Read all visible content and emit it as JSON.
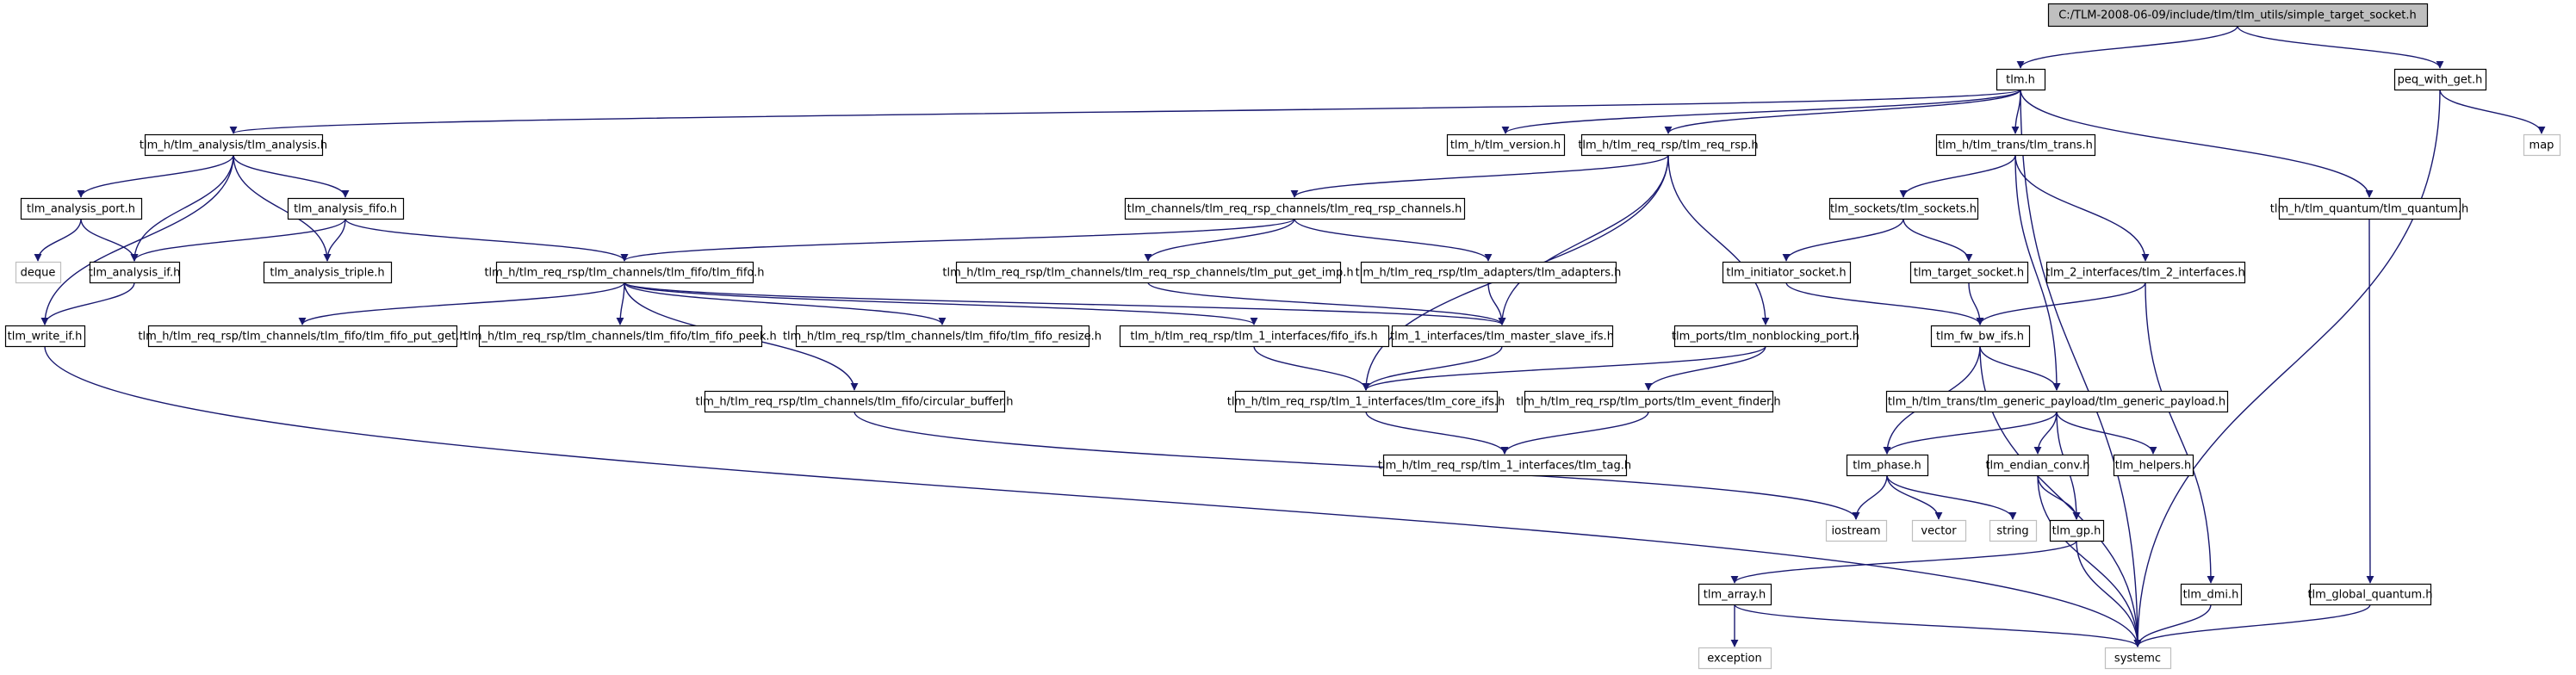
{
  "diagram": {
    "kind": "include-dependency-graph",
    "colors": {
      "edge": "#191970",
      "root_fill": "#bfbfbf",
      "node_fill": "#ffffff",
      "node_stroke": "#000000",
      "external_stroke": "#bfbfbf",
      "external_text": "#404040"
    },
    "nodes": [
      {
        "id": "root",
        "label": "C:/TLM-2008-06-09/include/tlm/tlm_utils/simple_target_socket.h",
        "style": "root"
      },
      {
        "id": "tlm_h",
        "label": "tlm.h",
        "style": "normal"
      },
      {
        "id": "peq",
        "label": "peq_with_get.h",
        "style": "normal"
      },
      {
        "id": "map",
        "label": "map",
        "style": "external"
      },
      {
        "id": "analysis",
        "label": "tlm_h/tlm_analysis/tlm_analysis.h",
        "style": "normal"
      },
      {
        "id": "version",
        "label": "tlm_h/tlm_version.h",
        "style": "normal"
      },
      {
        "id": "reqrsp",
        "label": "tlm_h/tlm_req_rsp/tlm_req_rsp.h",
        "style": "normal"
      },
      {
        "id": "trans",
        "label": "tlm_h/tlm_trans/tlm_trans.h",
        "style": "normal"
      },
      {
        "id": "quantum",
        "label": "tlm_h/tlm_quantum/tlm_quantum.h",
        "style": "normal"
      },
      {
        "id": "an_port",
        "label": "tlm_analysis_port.h",
        "style": "normal"
      },
      {
        "id": "an_fifo",
        "label": "tlm_analysis_fifo.h",
        "style": "normal"
      },
      {
        "id": "channels",
        "label": "tlm_channels/tlm_req_rsp_channels/tlm_req_rsp_channels.h",
        "style": "normal"
      },
      {
        "id": "sockets",
        "label": "tlm_sockets/tlm_sockets.h",
        "style": "normal"
      },
      {
        "id": "deque",
        "label": "deque",
        "style": "external"
      },
      {
        "id": "an_if",
        "label": "tlm_analysis_if.h",
        "style": "normal"
      },
      {
        "id": "an_triple",
        "label": "tlm_analysis_triple.h",
        "style": "normal"
      },
      {
        "id": "fifo",
        "label": "tlm_h/tlm_req_rsp/tlm_channels/tlm_fifo/tlm_fifo.h",
        "style": "normal"
      },
      {
        "id": "putget_imp",
        "label": "tlm_h/tlm_req_rsp/tlm_channels/tlm_req_rsp_channels/tlm_put_get_imp.h",
        "style": "normal"
      },
      {
        "id": "adapters",
        "label": "tlm_h/tlm_req_rsp/tlm_adapters/tlm_adapters.h",
        "style": "normal"
      },
      {
        "id": "init_sock",
        "label": "tlm_initiator_socket.h",
        "style": "normal"
      },
      {
        "id": "tgt_sock",
        "label": "tlm_target_socket.h",
        "style": "normal"
      },
      {
        "id": "if2",
        "label": "tlm_2_interfaces/tlm_2_interfaces.h",
        "style": "normal"
      },
      {
        "id": "write_if",
        "label": "tlm_write_if.h",
        "style": "normal"
      },
      {
        "id": "fifo_putget",
        "label": "tlm_h/tlm_req_rsp/tlm_channels/tlm_fifo/tlm_fifo_put_get.h",
        "style": "normal"
      },
      {
        "id": "fifo_peek",
        "label": "tlm_h/tlm_req_rsp/tlm_channels/tlm_fifo/tlm_fifo_peek.h",
        "style": "normal"
      },
      {
        "id": "fifo_resize",
        "label": "tlm_h/tlm_req_rsp/tlm_channels/tlm_fifo/tlm_fifo_resize.h",
        "style": "normal"
      },
      {
        "id": "fifo_ifs",
        "label": "tlm_h/tlm_req_rsp/tlm_1_interfaces/fifo_ifs.h",
        "style": "normal"
      },
      {
        "id": "master_slave",
        "label": "tlm_1_interfaces/tlm_master_slave_ifs.h",
        "style": "normal"
      },
      {
        "id": "nb_port",
        "label": "tlm_ports/tlm_nonblocking_port.h",
        "style": "normal"
      },
      {
        "id": "fw_bw",
        "label": "tlm_fw_bw_ifs.h",
        "style": "normal"
      },
      {
        "id": "circ_buf",
        "label": "tlm_h/tlm_req_rsp/tlm_channels/tlm_fifo/circular_buffer.h",
        "style": "normal"
      },
      {
        "id": "core_ifs",
        "label": "tlm_h/tlm_req_rsp/tlm_1_interfaces/tlm_core_ifs.h",
        "style": "normal"
      },
      {
        "id": "event_finder",
        "label": "tlm_h/tlm_req_rsp/tlm_ports/tlm_event_finder.h",
        "style": "normal"
      },
      {
        "id": "gp",
        "label": "tlm_h/tlm_trans/tlm_generic_payload/tlm_generic_payload.h",
        "style": "normal"
      },
      {
        "id": "phase",
        "label": "tlm_phase.h",
        "style": "normal"
      },
      {
        "id": "endian",
        "label": "tlm_endian_conv.h",
        "style": "normal"
      },
      {
        "id": "helpers",
        "label": "tlm_helpers.h",
        "style": "normal"
      },
      {
        "id": "tag",
        "label": "tlm_h/tlm_req_rsp/tlm_1_interfaces/tlm_tag.h",
        "style": "normal"
      },
      {
        "id": "iostream",
        "label": "iostream",
        "style": "external"
      },
      {
        "id": "vector",
        "label": "vector",
        "style": "external"
      },
      {
        "id": "string",
        "label": "string",
        "style": "external"
      },
      {
        "id": "tlm_gp",
        "label": "tlm_gp.h",
        "style": "normal"
      },
      {
        "id": "array",
        "label": "tlm_array.h",
        "style": "normal"
      },
      {
        "id": "dmi",
        "label": "tlm_dmi.h",
        "style": "normal"
      },
      {
        "id": "gquantum",
        "label": "tlm_global_quantum.h",
        "style": "normal"
      },
      {
        "id": "exception",
        "label": "exception",
        "style": "external"
      },
      {
        "id": "systemc",
        "label": "systemc",
        "style": "external"
      }
    ],
    "edges": [
      [
        "root",
        "tlm_h"
      ],
      [
        "root",
        "peq"
      ],
      [
        "peq",
        "map"
      ],
      [
        "peq",
        "systemc"
      ],
      [
        "tlm_h",
        "analysis"
      ],
      [
        "tlm_h",
        "version"
      ],
      [
        "tlm_h",
        "reqrsp"
      ],
      [
        "tlm_h",
        "trans"
      ],
      [
        "tlm_h",
        "quantum"
      ],
      [
        "tlm_h",
        "systemc"
      ],
      [
        "analysis",
        "an_port"
      ],
      [
        "analysis",
        "an_fifo"
      ],
      [
        "analysis",
        "an_if"
      ],
      [
        "analysis",
        "an_triple"
      ],
      [
        "analysis",
        "write_if"
      ],
      [
        "an_port",
        "deque"
      ],
      [
        "an_port",
        "an_if"
      ],
      [
        "an_fifo",
        "an_if"
      ],
      [
        "an_fifo",
        "an_triple"
      ],
      [
        "an_fifo",
        "fifo"
      ],
      [
        "an_if",
        "write_if"
      ],
      [
        "write_if",
        "systemc"
      ],
      [
        "reqrsp",
        "channels"
      ],
      [
        "reqrsp",
        "nb_port"
      ],
      [
        "reqrsp",
        "core_ifs"
      ],
      [
        "reqrsp",
        "master_slave"
      ],
      [
        "channels",
        "fifo"
      ],
      [
        "channels",
        "putget_imp"
      ],
      [
        "channels",
        "adapters"
      ],
      [
        "fifo",
        "fifo_putget"
      ],
      [
        "fifo",
        "fifo_peek"
      ],
      [
        "fifo",
        "fifo_resize"
      ],
      [
        "fifo",
        "fifo_ifs"
      ],
      [
        "fifo",
        "circ_buf"
      ],
      [
        "fifo",
        "master_slave"
      ],
      [
        "putget_imp",
        "master_slave"
      ],
      [
        "adapters",
        "master_slave"
      ],
      [
        "fifo_ifs",
        "core_ifs"
      ],
      [
        "master_slave",
        "core_ifs"
      ],
      [
        "nb_port",
        "core_ifs"
      ],
      [
        "nb_port",
        "event_finder"
      ],
      [
        "core_ifs",
        "tag"
      ],
      [
        "event_finder",
        "tag"
      ],
      [
        "circ_buf",
        "iostream"
      ],
      [
        "trans",
        "sockets"
      ],
      [
        "trans",
        "if2"
      ],
      [
        "trans",
        "gp"
      ],
      [
        "sockets",
        "init_sock"
      ],
      [
        "sockets",
        "tgt_sock"
      ],
      [
        "init_sock",
        "fw_bw"
      ],
      [
        "tgt_sock",
        "fw_bw"
      ],
      [
        "if2",
        "fw_bw"
      ],
      [
        "if2",
        "dmi"
      ],
      [
        "fw_bw",
        "gp"
      ],
      [
        "fw_bw",
        "phase"
      ],
      [
        "fw_bw",
        "systemc"
      ],
      [
        "gp",
        "phase"
      ],
      [
        "gp",
        "endian"
      ],
      [
        "gp",
        "helpers"
      ],
      [
        "gp",
        "tlm_gp"
      ],
      [
        "phase",
        "iostream"
      ],
      [
        "phase",
        "vector"
      ],
      [
        "phase",
        "string"
      ],
      [
        "endian",
        "tlm_gp"
      ],
      [
        "endian",
        "systemc"
      ],
      [
        "tlm_gp",
        "array"
      ],
      [
        "tlm_gp",
        "systemc"
      ],
      [
        "array",
        "exception"
      ],
      [
        "array",
        "systemc"
      ],
      [
        "dmi",
        "systemc"
      ],
      [
        "quantum",
        "gquantum"
      ],
      [
        "gquantum",
        "systemc"
      ]
    ]
  }
}
